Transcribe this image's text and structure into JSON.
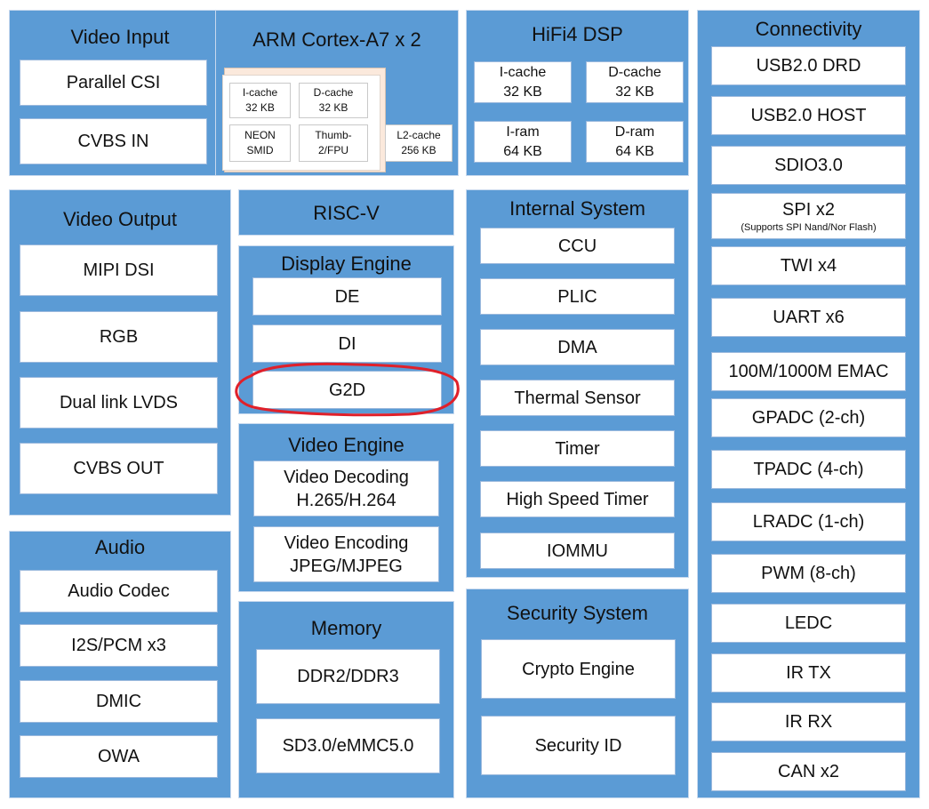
{
  "video_input": {
    "title": "Video Input",
    "items": [
      "Parallel CSI",
      "CVBS IN"
    ]
  },
  "arm": {
    "title": "ARM Cortex-A7 x 2",
    "icache": [
      "I-cache",
      "32 KB"
    ],
    "dcache": [
      "D-cache",
      "32 KB"
    ],
    "neon": [
      "NEON",
      "SMID"
    ],
    "thumb": [
      "Thumb-",
      "2/FPU"
    ],
    "l2": [
      "L2-cache",
      "256 KB"
    ]
  },
  "hifi": {
    "title": "HiFi4 DSP",
    "icache": [
      "I-cache",
      "32 KB"
    ],
    "dcache": [
      "D-cache",
      "32 KB"
    ],
    "iram": [
      "I-ram",
      "64 KB"
    ],
    "dram": [
      "D-ram",
      "64 KB"
    ]
  },
  "connectivity": {
    "title": "Connectivity",
    "usb_drd": "USB2.0 DRD",
    "usb_host": "USB2.0 HOST",
    "sdio": "SDIO3.0",
    "spi": "SPI x2",
    "spi_note": "(Supports SPI Nand/Nor Flash)",
    "twi": "TWI x4",
    "uart": "UART x6",
    "emac": "100M/1000M EMAC",
    "gpadc": "GPADC (2-ch)",
    "tpadc": "TPADC (4-ch)",
    "lradc": "LRADC (1-ch)",
    "pwm": "PWM (8-ch)",
    "ledc": "LEDC",
    "irtx": "IR TX",
    "irrx": "IR RX",
    "can": "CAN x2"
  },
  "video_output": {
    "title": "Video Output",
    "items": [
      "MIPI DSI",
      "RGB",
      "Dual link LVDS",
      "CVBS OUT"
    ]
  },
  "riscv": {
    "title": "RISC-V"
  },
  "display_engine": {
    "title": "Display Engine",
    "items": [
      "DE",
      "DI",
      "G2D"
    ]
  },
  "internal_system": {
    "title": "Internal System",
    "items": [
      "CCU",
      "PLIC",
      "DMA",
      "Thermal Sensor",
      "Timer",
      "High Speed Timer",
      "IOMMU"
    ]
  },
  "video_engine": {
    "title": "Video Engine",
    "decoding": [
      "Video Decoding",
      "H.265/H.264"
    ],
    "encoding": [
      "Video Encoding",
      "JPEG/MJPEG"
    ]
  },
  "audio": {
    "title": "Audio",
    "items": [
      "Audio Codec",
      "I2S/PCM x3",
      "DMIC",
      "OWA"
    ]
  },
  "memory": {
    "title": "Memory",
    "items": [
      "DDR2/DDR3",
      "SD3.0/eMMC5.0"
    ]
  },
  "security": {
    "title": "Security System",
    "items": [
      "Crypto Engine",
      "Security ID"
    ]
  },
  "colors": {
    "panel": "#5b9bd5",
    "box": "#ffffff",
    "highlight": "#e0202a",
    "cpu_card": "#fbe9dc"
  }
}
